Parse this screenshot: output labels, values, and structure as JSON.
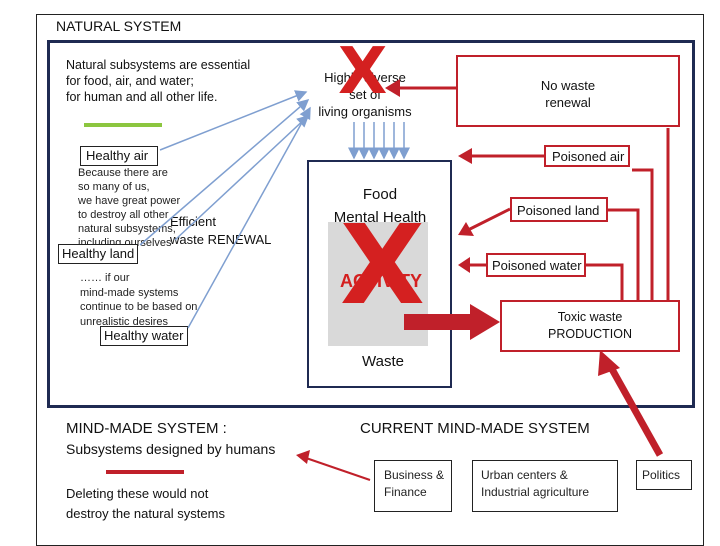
{
  "title": "NATURAL SYSTEM",
  "natural": {
    "intro": [
      "Natural subsystems are essential",
      "for food, air, and water;",
      "for human and all other life."
    ],
    "healthy_air": "Healthy air",
    "healthy_land": "Healthy land",
    "healthy_water": "Healthy water",
    "note1": [
      "Because there are",
      "so many of us,",
      "we have great power",
      "to destroy all other",
      "natural subsystems,",
      "including ourselves"
    ],
    "efficient": "Efficient",
    "waste_renewal": "waste RENEWAL",
    "note2": [
      "…… if our",
      "mind-made systems",
      "continue to be based on",
      "unrealistic desires"
    ],
    "organisms": [
      "Highly  diverse",
      "set of",
      "living organisms"
    ],
    "x_mark": "X",
    "food": "Food",
    "mental_health": "Mental Health",
    "activity": "ACTIVITY",
    "waste": "Waste"
  },
  "problems": {
    "no_waste_renewal": [
      "No waste",
      "renewal"
    ],
    "poisoned_air": "Poisoned air",
    "poisoned_land": "Poisoned land",
    "poisoned_water": "Poisoned water",
    "toxic_waste": [
      "Toxic waste",
      "PRODUCTION"
    ]
  },
  "mind_made": {
    "title": "MIND-MADE SYSTEM :",
    "subtitle": "Subsystems designed by humans",
    "delete_note": [
      "Deleting these would not",
      "destroy the natural systems"
    ]
  },
  "current": {
    "title": "CURRENT MIND-MADE SYSTEM",
    "business": [
      "Business &",
      "Finance"
    ],
    "urban": [
      "Urban centers &",
      "Industrial agriculture"
    ],
    "politics": "Politics"
  },
  "colors": {
    "frame": "#1f2a52",
    "red": "#c0202a",
    "blue": "#2e5da8",
    "green": "#8cc63f",
    "arrow_blue": "#7f9fd0"
  }
}
